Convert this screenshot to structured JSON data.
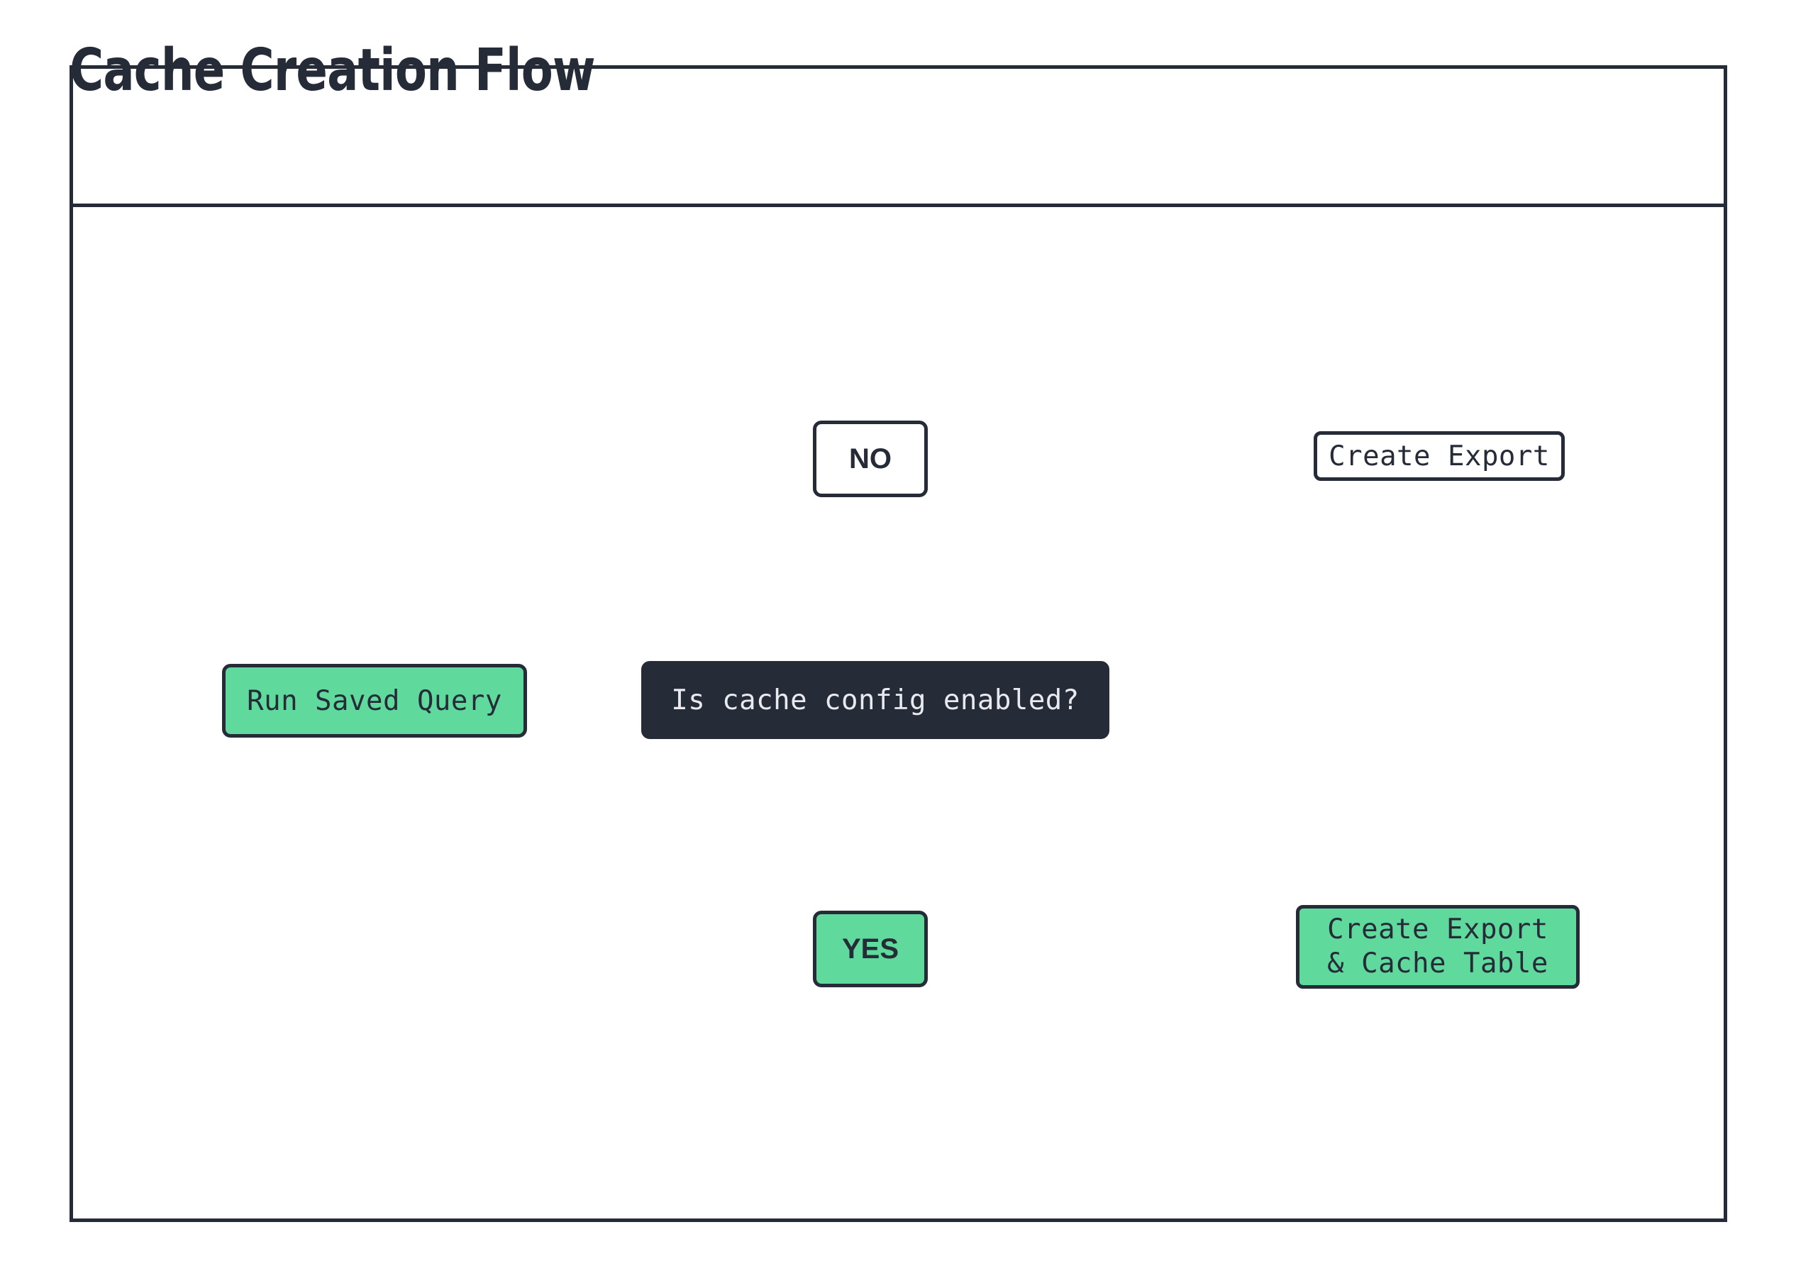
{
  "diagram": {
    "title": "Cache Creation Flow",
    "type": "flowchart",
    "colors": {
      "stroke": "#262b38",
      "green_fill": "#5fd99c",
      "dark_fill": "#262b38",
      "white_fill": "#ffffff",
      "dark_text": "#262b38",
      "light_text": "#e8eaef",
      "background": "#ffffff"
    },
    "nodes": [
      {
        "id": "run-saved-query",
        "label": "Run Saved Query",
        "shape": "rounded-rect",
        "fill": "green",
        "font": "mono"
      },
      {
        "id": "decision",
        "label": "Is cache config enabled?",
        "shape": "rounded-rect",
        "fill": "dark",
        "font": "mono"
      },
      {
        "id": "no",
        "label": "NO",
        "shape": "rounded-rect",
        "fill": "white",
        "font": "sans"
      },
      {
        "id": "yes",
        "label": "YES",
        "shape": "rounded-rect",
        "fill": "green",
        "font": "sans"
      },
      {
        "id": "create-export",
        "label": "Create Export",
        "shape": "rounded-rect-in-cylinder",
        "fill": "white",
        "font": "mono"
      },
      {
        "id": "create-export-cache-table",
        "label_line_1": "Create Export",
        "label_line_2": "& Cache Table",
        "shape": "rounded-rect-in-cylinder",
        "fill": "green",
        "font": "mono"
      }
    ],
    "cylinders": [
      {
        "id": "database-top",
        "name": "database-cylinder",
        "rings": 4
      },
      {
        "id": "database-bottom",
        "name": "database-cylinder",
        "rings": 4
      }
    ],
    "edges": [
      {
        "from": "run-saved-query",
        "to": "decision",
        "label": ""
      },
      {
        "from": "decision",
        "to": "no",
        "label": ""
      },
      {
        "from": "decision",
        "to": "yes",
        "label": ""
      },
      {
        "from": "no",
        "to": "create-export",
        "label": ""
      },
      {
        "from": "yes",
        "to": "create-export-cache-table",
        "label": ""
      }
    ]
  }
}
